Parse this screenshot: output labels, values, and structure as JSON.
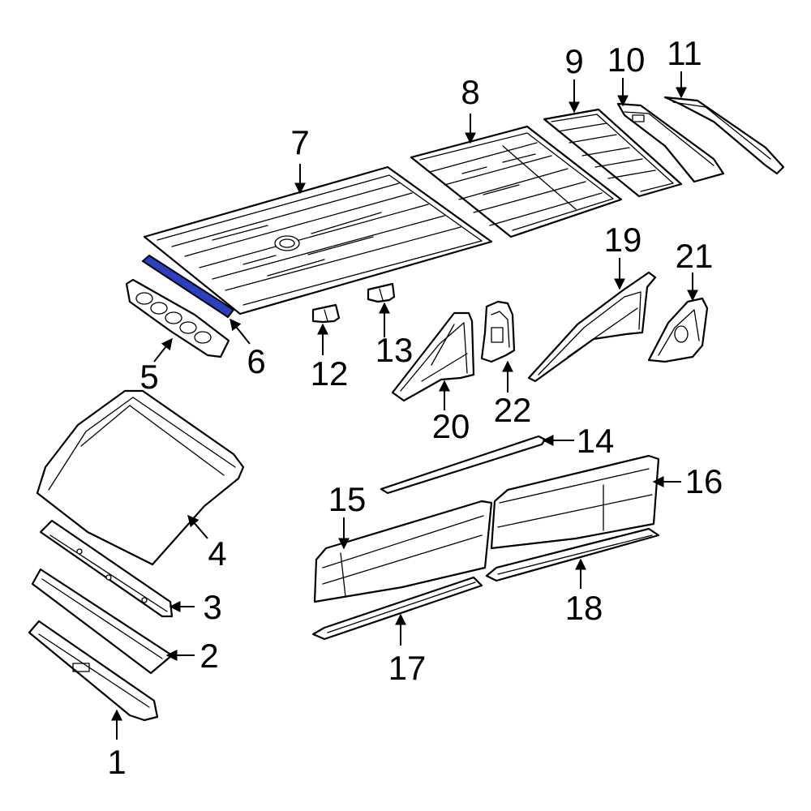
{
  "diagram": {
    "highlight_color": "#2b3fbf",
    "highlighted_part": "6",
    "callouts": [
      "1",
      "2",
      "3",
      "4",
      "5",
      "6",
      "7",
      "8",
      "9",
      "10",
      "11",
      "12",
      "13",
      "14",
      "15",
      "16",
      "17",
      "18",
      "19",
      "20",
      "21",
      "22"
    ]
  }
}
